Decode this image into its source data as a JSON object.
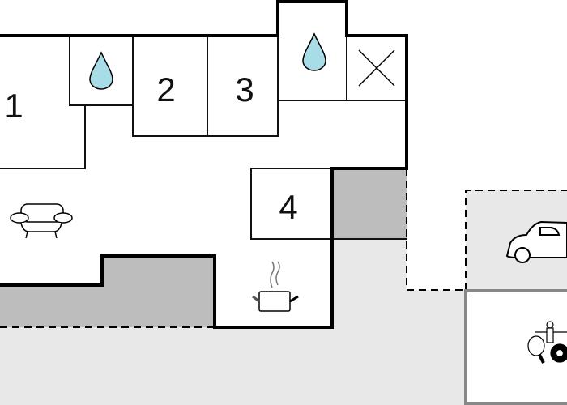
{
  "rooms": [
    {
      "label": "1"
    },
    {
      "label": "2"
    },
    {
      "label": "3"
    },
    {
      "label": "4"
    }
  ],
  "icons": [
    "water-drop-icon",
    "water-drop-icon",
    "toilet-cross-icon",
    "sofa-icon",
    "cooking-pot-icon",
    "car-icon",
    "games-room-icon"
  ],
  "colors": {
    "wall": "#000000",
    "terrace": "#bdbdbd",
    "outdoor": "#e8e8e8",
    "drop": "#a8dde8",
    "hobby_wall": "#888888"
  }
}
